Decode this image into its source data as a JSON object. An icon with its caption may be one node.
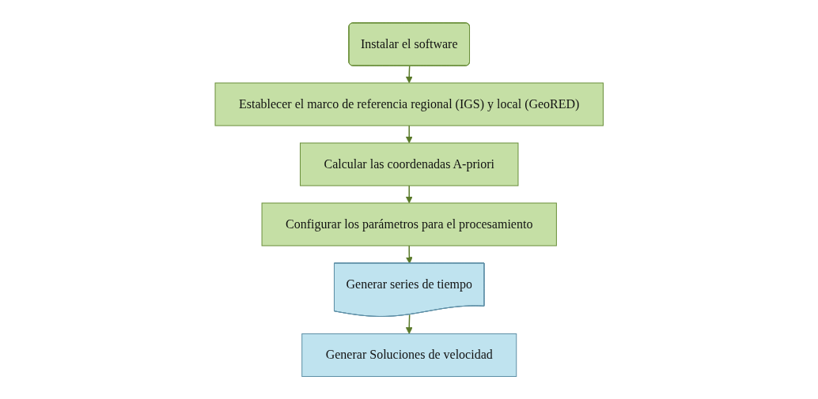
{
  "diagram": {
    "nodes": [
      {
        "text": [
          "Instalar el software"
        ]
      },
      {
        "text": [
          "Establecer el marco de referencia regional (IGS) y local (GeoRED)"
        ]
      },
      {
        "text": [
          "Calcular las coordenadas A-priori"
        ]
      },
      {
        "text": [
          "Configurar los parámetros para el procesamiento"
        ]
      },
      {
        "text": [
          "Generar series de tiempo"
        ]
      },
      {
        "text": [
          "Generar Soluciones de velocidad"
        ]
      }
    ],
    "edges": [
      {
        "from": 0,
        "to": 1,
        "arrow": "to"
      },
      {
        "from": 1,
        "to": 2,
        "arrow": "to"
      },
      {
        "from": 2,
        "to": 3,
        "arrow": "to"
      },
      {
        "from": 3,
        "to": 4,
        "arrow": "to"
      },
      {
        "from": 4,
        "to": 5,
        "arrow": "to"
      }
    ]
  }
}
